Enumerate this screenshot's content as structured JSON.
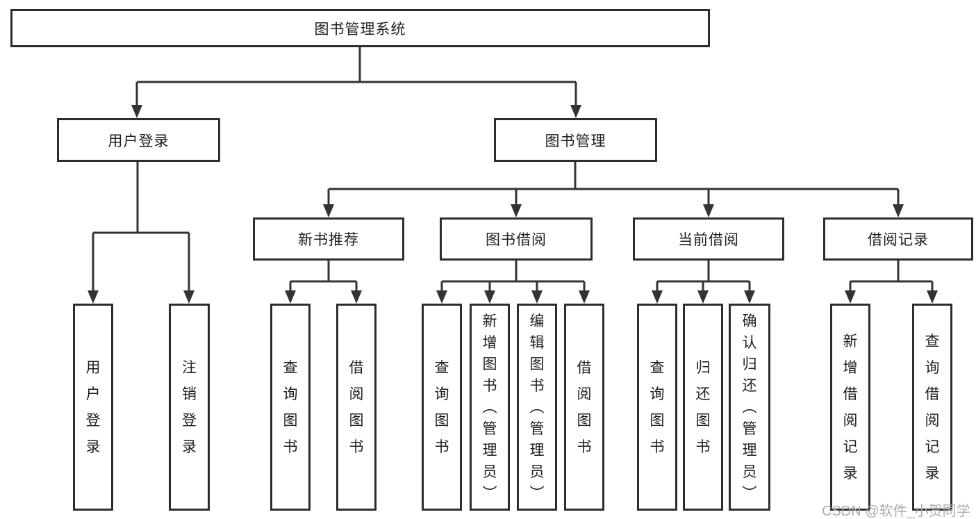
{
  "diagram": {
    "root": {
      "label": "图书管理系统"
    },
    "branches": [
      {
        "label": "用户登录",
        "children": [
          {
            "label": "用户登录"
          },
          {
            "label": "注销登录"
          }
        ]
      },
      {
        "label": "图书管理",
        "children": [
          {
            "label": "新书推荐",
            "children": [
              {
                "label": "查询图书"
              },
              {
                "label": "借阅图书"
              }
            ]
          },
          {
            "label": "图书借阅",
            "children": [
              {
                "label": "查询图书"
              },
              {
                "label": "新增图书（管理员）"
              },
              {
                "label": "编辑图书（管理员）"
              },
              {
                "label": "借阅图书"
              }
            ]
          },
          {
            "label": "当前借阅",
            "children": [
              {
                "label": "查询图书"
              },
              {
                "label": "归还图书"
              },
              {
                "label": "确认归还（管理员）"
              }
            ]
          },
          {
            "label": "借阅记录",
            "children": [
              {
                "label": "新增借阅记录"
              },
              {
                "label": "查询借阅记录"
              }
            ]
          }
        ]
      }
    ]
  },
  "watermark": {
    "text": "CSDN @软件_小贺同学"
  },
  "colors": {
    "background": "#ffffff",
    "line": "#333333",
    "box_border": "#2d2d2d",
    "text": "#1e1e1e",
    "watermark": "#a8adb5"
  }
}
